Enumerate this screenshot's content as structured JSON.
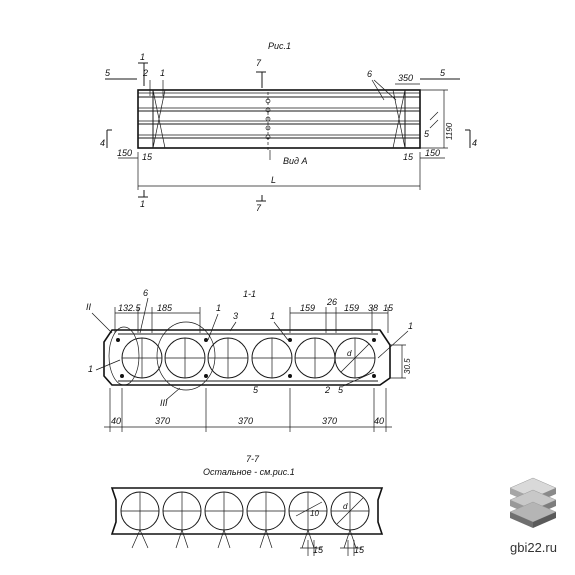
{
  "fig1": {
    "title": "Рис.1",
    "cut_1": "1",
    "cut_2": "2",
    "cut_5": "5",
    "cut_7": "7",
    "cut_4": "4",
    "callout_6": "6",
    "dim_350": "350",
    "dim_1190": "1190",
    "dim_150": "150",
    "dim_15": "15",
    "dim_L": "L",
    "view_a": "Вид А"
  },
  "section_1_1": {
    "title": "1-1",
    "dim_132_5": "132.5",
    "dim_185": "185",
    "dim_159": "159",
    "dim_26": "26",
    "dim_38": "38",
    "dim_15": "15",
    "dim_30_5": "30.5",
    "dim_40": "40",
    "dim_370": "370",
    "callout_1": "1",
    "callout_2": "2",
    "callout_3": "3",
    "callout_5": "5",
    "callout_6": "6",
    "roman_II": "II",
    "roman_III": "III",
    "dia": "d"
  },
  "section_7_7": {
    "title": "7-7",
    "subtitle": "Остальное - см.рис.1",
    "dim_15": "15",
    "dim_10": "10",
    "dia": "d"
  },
  "watermark": {
    "text": "gbi22.ru",
    "colors": [
      "#d9d9d9",
      "#a6a6a6",
      "#6f6f6f"
    ]
  }
}
